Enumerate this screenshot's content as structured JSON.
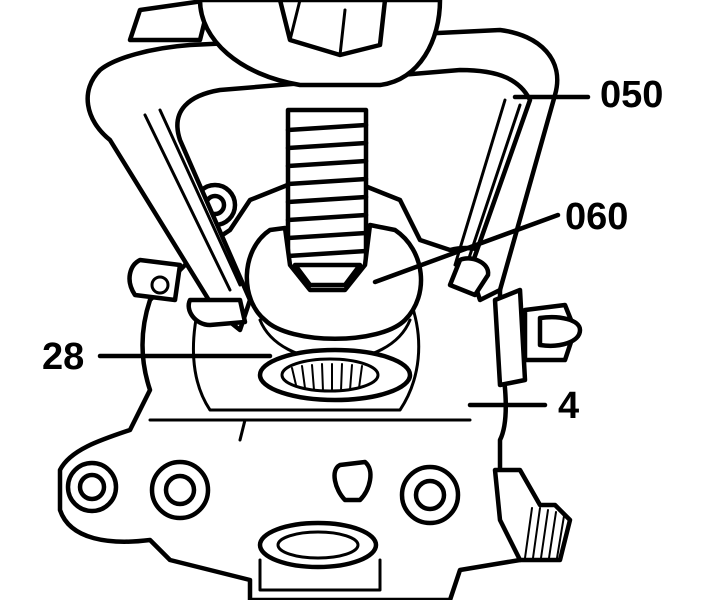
{
  "callouts": [
    {
      "id": "050",
      "label": "050"
    },
    {
      "id": "060",
      "label": "060"
    },
    {
      "id": "28",
      "label": "28"
    },
    {
      "id": "4",
      "label": "4"
    }
  ]
}
